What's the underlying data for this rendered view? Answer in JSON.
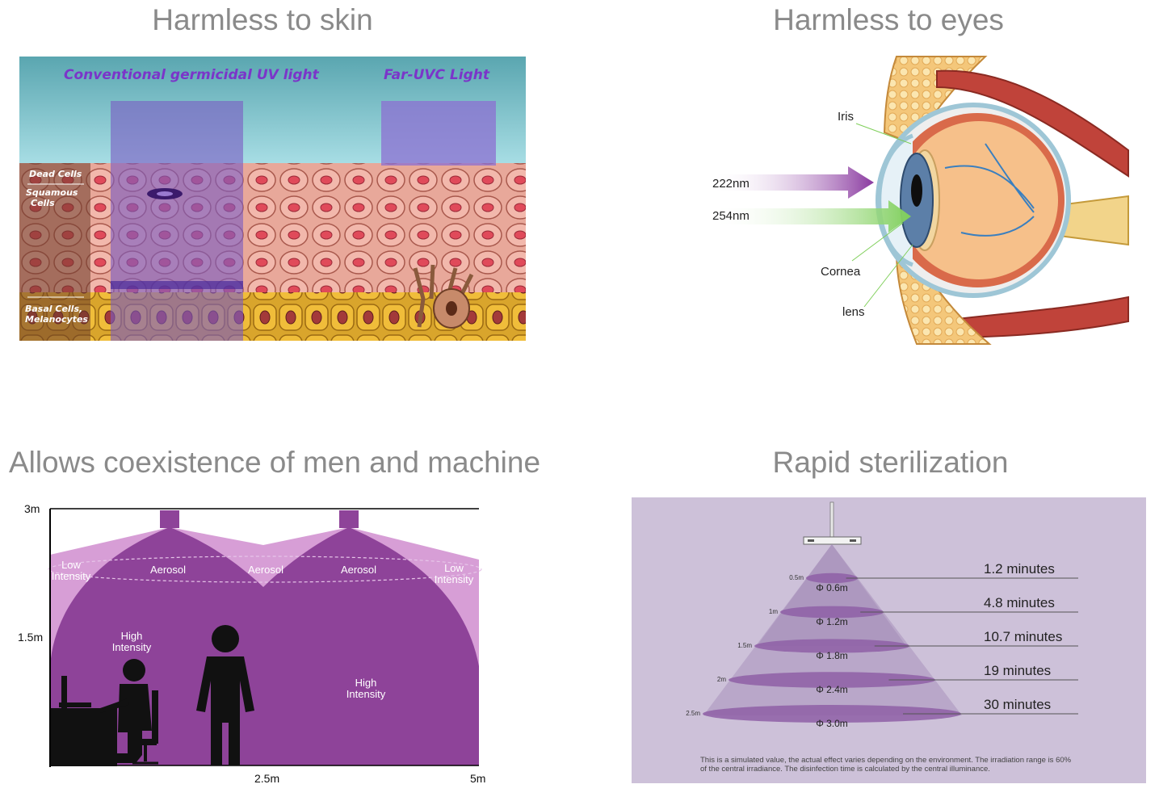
{
  "headings": {
    "skin": "Harmless to skin",
    "eyes": "Harmless to eyes",
    "coexist": "Allows coexistence of men and machine",
    "rapid": "Rapid sterilization"
  },
  "skin": {
    "conventional": "Conventional germicidal UV light",
    "faruvc": "Far-UVC Light",
    "dead_cells": "Dead Cells",
    "squamous_1": "Squamous",
    "squamous_2": "Cells",
    "basal_1": "Basal Cells,",
    "basal_2": "Melanocytes"
  },
  "eye": {
    "iris": "Iris",
    "nm222": "222nm",
    "nm254": "254nm",
    "cornea": "Cornea",
    "lens": "lens"
  },
  "coexist": {
    "y_top": "3m",
    "y_mid": "1.5m",
    "x_mid": "2.5m",
    "x_end": "5m",
    "low_1": "Low",
    "low_2": "Intensity",
    "aerosol": "Aerosol",
    "high_1": "High",
    "high_2": "Intensity"
  },
  "rapid": {
    "rows": [
      {
        "height": "0.5m",
        "diameter": "Φ 0.6m",
        "time": "1.2 minutes"
      },
      {
        "height": "1m",
        "diameter": "Φ 1.2m",
        "time": "4.8 minutes"
      },
      {
        "height": "1.5m",
        "diameter": "Φ 1.8m",
        "time": "10.7 minutes"
      },
      {
        "height": "2m",
        "diameter": "Φ 2.4m",
        "time": "19 minutes"
      },
      {
        "height": "2.5m",
        "diameter": "Φ 3.0m",
        "time": "30 minutes"
      }
    ],
    "note_1": "This is a simulated value, the actual effect varies depending on the environment. The irradiation range is 60%",
    "note_2": "of the central irradiance. The disinfection time is calculated by the central illuminance."
  },
  "colors": {
    "purple": "#8e4399",
    "light_purple": "#d79ed6",
    "panel_bg": "#cdc1d9",
    "heading": "#8a8a8a"
  }
}
